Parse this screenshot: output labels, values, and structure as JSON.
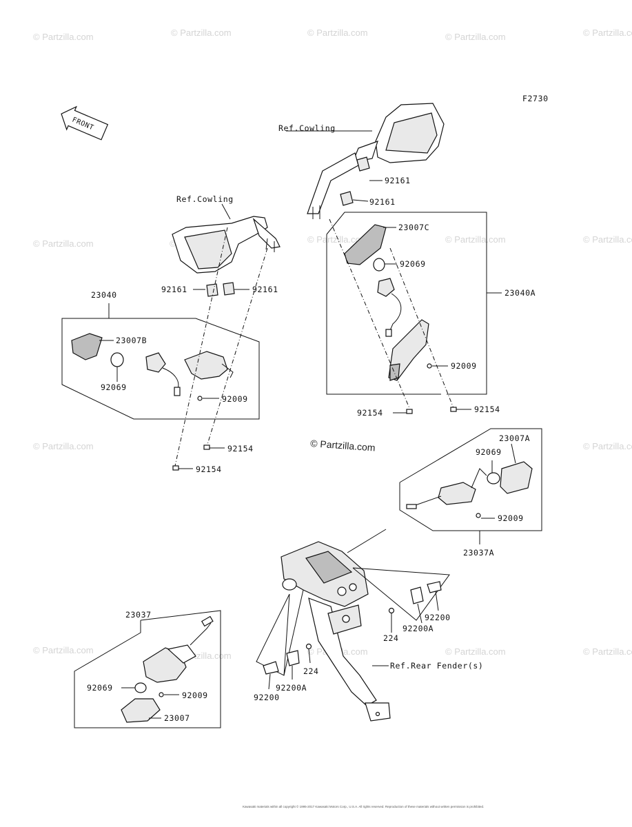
{
  "figure_code": "F2730",
  "watermark": "© Partzilla.com",
  "center_watermark": "© Partzilla.com",
  "front_arrow": "FRONT",
  "labels": {
    "ref_cowling_right": "Ref.Cowling",
    "ref_cowling_left": "Ref.Cowling",
    "ref_rear_fender": "Ref.Rear Fender(s)",
    "p23040": "23040",
    "p23040A": "23040A",
    "p23007B": "23007B",
    "p23007C": "23007C",
    "p92069_left": "92069",
    "p92069_rightupper": "92069",
    "p92069_rear_right": "92069",
    "p92069_rear_left": "92069",
    "p92161_l1": "92161",
    "p92161_l2": "92161",
    "p92161_r1": "92161",
    "p92161_r2": "92161",
    "p92009_left": "92009",
    "p92009_right": "92009",
    "p92009_rear_right": "92009",
    "p92009_rear_left": "92009",
    "p92154_l1": "92154",
    "p92154_l2": "92154",
    "p92154_r1": "92154",
    "p92154_r2": "92154",
    "p23007A": "23007A",
    "p23037A": "23037A",
    "p23037": "23037",
    "p23007": "23007",
    "p92200_r": "92200",
    "p92200A_r": "92200A",
    "p224_r": "224",
    "p224_l": "224",
    "p92200A_l": "92200A",
    "p92200_l": "92200"
  },
  "copyright": "Kawasaki materials within all copyright © 1995-2017 Kawasaki Motors Corp., U.S.A. All rights reserved. Reproduction of these materials without written permission is prohibited."
}
